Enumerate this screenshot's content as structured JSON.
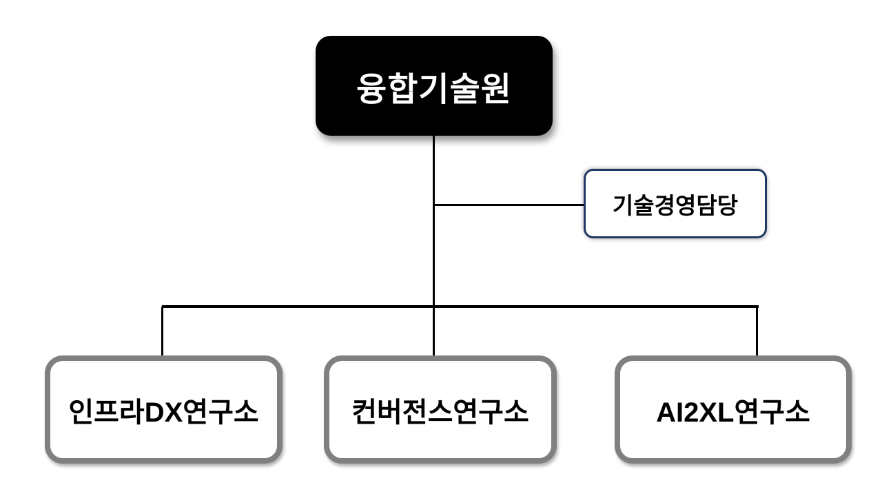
{
  "org_chart": {
    "root": {
      "label": "융합기술원"
    },
    "staff": {
      "label": "기술경영담당"
    },
    "children": [
      {
        "label": "인프라DX연구소"
      },
      {
        "label": "컨버전스연구소"
      },
      {
        "label": "AI2XL연구소"
      }
    ]
  },
  "colors": {
    "background": "#ffffff",
    "root_fill": "#000000",
    "root_text": "#ffffff",
    "staff_fill": "#ffffff",
    "staff_border": "#203864",
    "child_fill": "#ffffff",
    "child_border": "#808080",
    "connector": "#000000",
    "text": "#000000"
  }
}
